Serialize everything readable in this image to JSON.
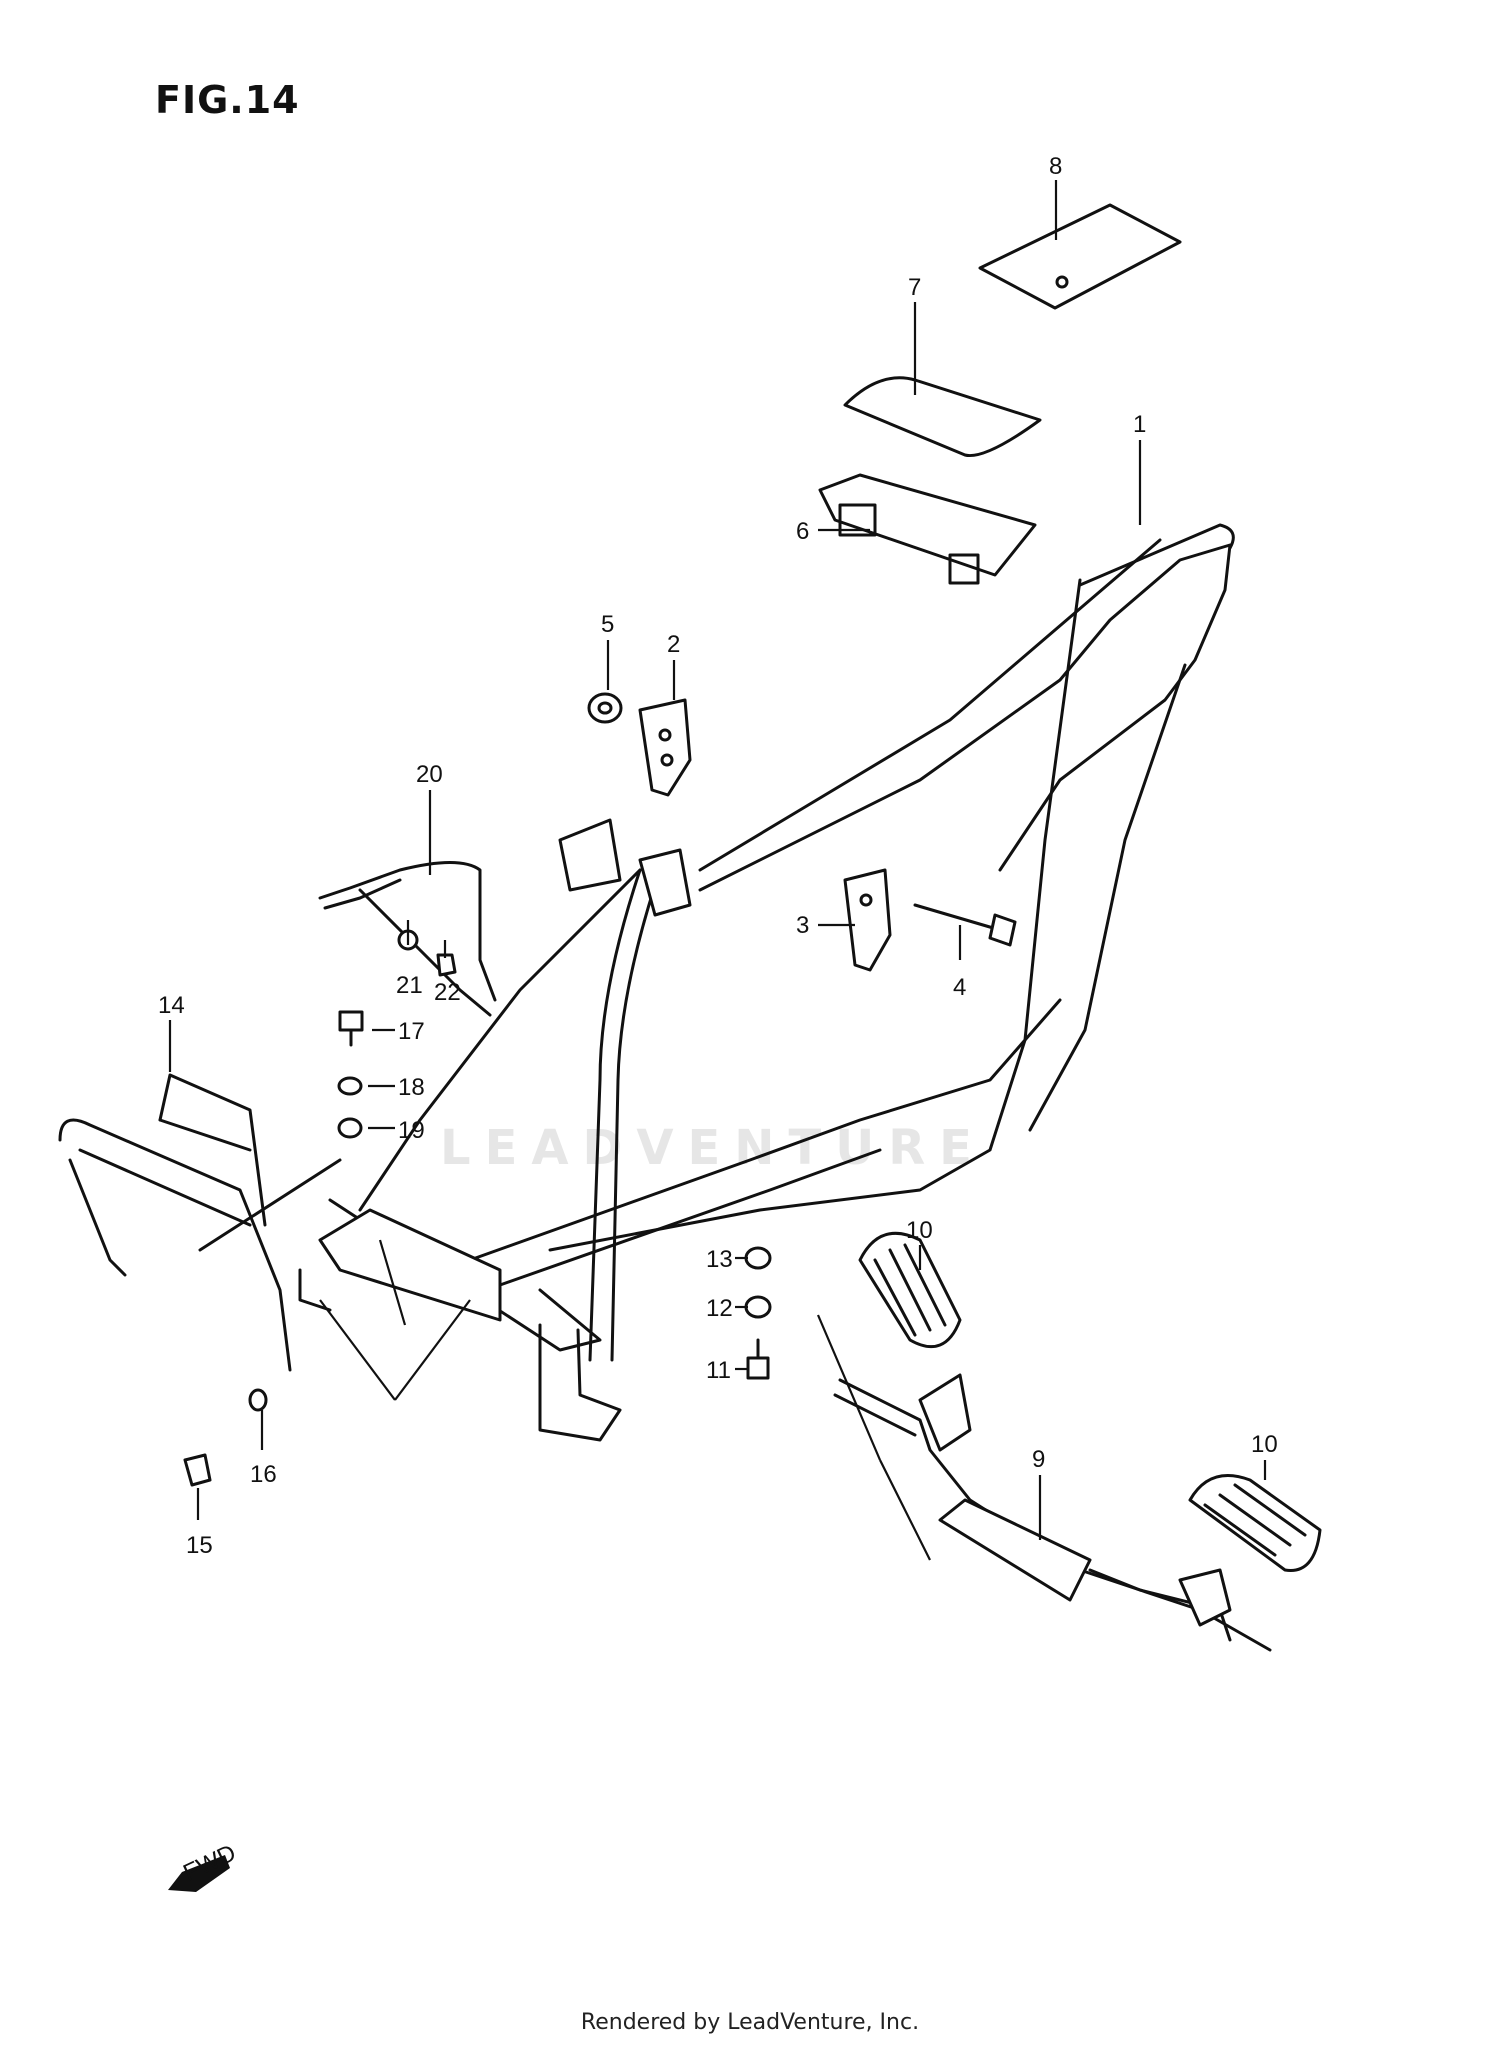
{
  "figure": {
    "title": "FIG.14"
  },
  "callouts": [
    "1",
    "2",
    "3",
    "4",
    "5",
    "6",
    "7",
    "8",
    "9",
    "10",
    "10",
    "11",
    "12",
    "13",
    "14",
    "15",
    "16",
    "17",
    "18",
    "19",
    "20",
    "21",
    "22"
  ],
  "direction_label": "FWD",
  "watermark": "LEADVENTURE",
  "footer": "Rendered by LeadVenture, Inc."
}
